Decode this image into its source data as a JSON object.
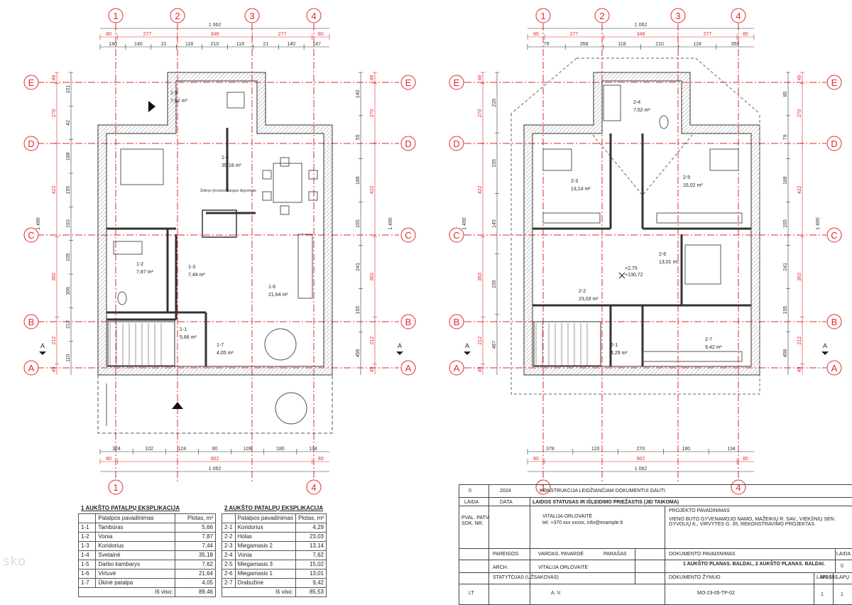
{
  "grid": {
    "cols": [
      "1",
      "2",
      "3",
      "4"
    ],
    "rows": [
      "E",
      "D",
      "C",
      "B",
      "A"
    ],
    "section_mark": "A",
    "color": "#e0282d"
  },
  "plan1": {
    "dims_top_total": "1 062",
    "dims_top_red": [
      "80",
      "277",
      "348",
      "277",
      "80"
    ],
    "dims_top_black": [
      "140",
      "140",
      "21",
      "118",
      "210",
      "118",
      "21",
      "140",
      "147"
    ],
    "dims_bottom_black": [
      "324",
      "102",
      "124",
      "90",
      "109",
      "180",
      "134"
    ],
    "dims_bottom_red": [
      "80",
      "902",
      "80"
    ],
    "dims_bottom_total": "1 062",
    "dims_side_total": "1 490",
    "dims_left_red": [
      "49",
      "270",
      "422",
      "363",
      "212",
      "49"
    ],
    "dims_left_black": [
      "101",
      "42",
      "188",
      "155",
      "193",
      "105",
      "306",
      "212",
      "110"
    ],
    "dims_right_red": [
      "49",
      "270",
      "422",
      "363",
      "212",
      "49"
    ],
    "dims_right_black": [
      "140",
      "55",
      "188",
      "155",
      "241",
      "155",
      "458"
    ],
    "rooms": [
      {
        "code": "1-5",
        "area": "7,62 m²"
      },
      {
        "code": "1-4",
        "area": "35,18 m²"
      },
      {
        "code": "1-2",
        "area": "7,87 m²"
      },
      {
        "code": "1-3",
        "area": "7,44 m²"
      },
      {
        "code": "1-6",
        "area": "21,64 m²"
      },
      {
        "code": "1-1",
        "area": "5,66 m²"
      },
      {
        "code": "1-7",
        "area": "4,05 m²"
      }
    ],
    "note": "Židinys (krosnis) dangos išpjovimas"
  },
  "plan2": {
    "dims_top_total": "1 062",
    "dims_top_red": [
      "80",
      "277",
      "348",
      "277",
      "80"
    ],
    "dims_top_black": [
      "79",
      "358",
      "118",
      "210",
      "118",
      "358"
    ],
    "dims_bottom_black": [
      "378",
      "120",
      "270",
      "180",
      "134"
    ],
    "dims_bottom_red": [
      "80",
      "902",
      "80"
    ],
    "dims_bottom_total": "1 062",
    "dims_side_total": "1 490",
    "dims_left_red": [
      "49",
      "270",
      "422",
      "363",
      "212",
      "49"
    ],
    "dims_left_black": [
      "220",
      "155",
      "145",
      "155",
      "467"
    ],
    "dims_right_red": [
      "49",
      "270",
      "422",
      "363",
      "212",
      "49"
    ],
    "dims_right_black": [
      "85",
      "79",
      "188",
      "155",
      "241",
      "155",
      "458"
    ],
    "rooms": [
      {
        "code": "2-4",
        "area": "7,62 m²"
      },
      {
        "code": "2-3",
        "area": "13,14 m²"
      },
      {
        "code": "2-5",
        "area": "15,02 m²"
      },
      {
        "code": "2-6",
        "area": "13,01 m²"
      },
      {
        "code": "2-2",
        "area": "23,03 m²"
      },
      {
        "code": "2-1",
        "area": "4,29 m²"
      },
      {
        "code": "2-7",
        "area": "9,42 m²"
      }
    ],
    "level": "+2,75",
    "level_abs": "+130,72"
  },
  "table1": {
    "title": "1 AUKŠTO PATALPŲ EKSPLIKACIJA",
    "head": [
      "Patalpos pavadinimas",
      "Plotas, m²"
    ],
    "rows": [
      [
        "1-1",
        "Tambūras",
        "5,66"
      ],
      [
        "1-2",
        "Vonia",
        "7,87"
      ],
      [
        "1-3",
        "Koridorius",
        "7,44"
      ],
      [
        "1-4",
        "Svetainė",
        "35,18"
      ],
      [
        "1-5",
        "Darbo kambarys",
        "7,62"
      ],
      [
        "1-6",
        "Virtuvė",
        "21,64"
      ],
      [
        "1-7",
        "Ūkinė patalpa",
        "4,05"
      ]
    ],
    "total_label": "Iš viso:",
    "total": "89,46"
  },
  "table2": {
    "title": "2 AUKŠTO PATALPŲ EKSPLIKACIJA",
    "head": [
      "Patalpos pavadinimas",
      "Plotas, m²"
    ],
    "rows": [
      [
        "2-1",
        "Koridorius",
        "4,29"
      ],
      [
        "2-2",
        "Holas",
        "23,03"
      ],
      [
        "2-3",
        "Miegamasis 2",
        "13,14"
      ],
      [
        "2-4",
        "Vonia",
        "7,62"
      ],
      [
        "2-5",
        "Miegamasis 3",
        "15,02"
      ],
      [
        "2-6",
        "Miegamasis 1",
        "13,01"
      ],
      [
        "2-7",
        "Drabužinė",
        "9,42"
      ]
    ],
    "total_label": "Iš viso:",
    "total": "85,53"
  },
  "stamp": {
    "rev_no": "0",
    "rev_year": "2024",
    "rev_text": "KONSTRUKCIJA LEIDŽIANČIAM DOKUMENTUI GAUTI",
    "col_laida": "LAIDA",
    "col_data": "DATA",
    "purpose": "LAIDOS STATUSAS IR IŠLEIDIMO PRIEŽASTIS (JEI TAIKOMA)",
    "pval_label": "PVAL. PATV. SOK. NR.",
    "author_name": "VITALIJA ORLOVAITĖ",
    "author_contact": "tel. +370 xxx xxxxx, info@example.lt",
    "project_label": "PROJEKTO PAVADINIMAS",
    "project_name": "VIENO BUTO GYVENAMOJO NAMO, MAŽEIKIŲ R. SAV., VIEKŠNIŲ SEN. GYVOLIŲ K., VIRVYTĖS G. 35, REKONSTRAVIMO PROJEKTAS",
    "role_label": "PAREIGOS",
    "name_label": "VARDAS, PAVARDĖ",
    "sign_label": "PARAŠAS",
    "drawing_label": "DOKUMENTO PAVADINIMAS",
    "drawing_name": "1 AUKŠTO PLANAS. BALDAI., 2 AUKŠTO PLANAS. BALDAI.",
    "sheet_label": "LAIDA",
    "sheet_no": "0",
    "role_arch": "ARCH.",
    "arch_name": "VITALIJA ORLOVAITĖ",
    "scale": "M1:100",
    "phase_label": "STATYTOJAS (UŽSAKOVAS)",
    "client": "A. V.",
    "doc_label": "DOKUMENTO ŽYMUO",
    "doc_no": "MO-23-05-TP-02",
    "country": "LT",
    "lapas_label": "LAPAS",
    "lapu_label": "LAPŲ",
    "lapas": "1",
    "lapu": "1"
  },
  "watermark": "sko"
}
